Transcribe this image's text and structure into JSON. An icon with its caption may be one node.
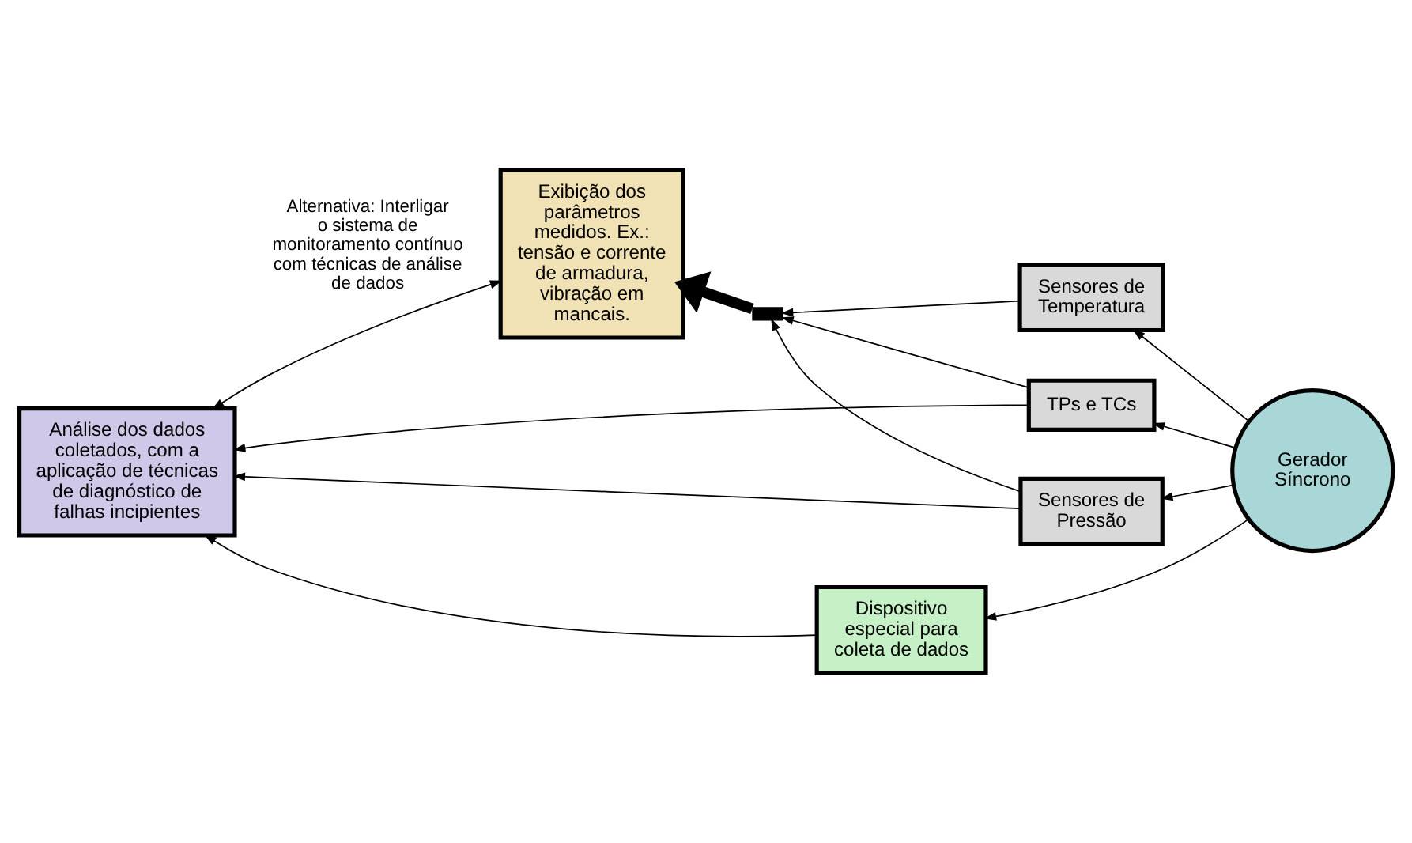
{
  "diagram": {
    "nodes": [
      {
        "text": [
          "Sensores de Temperatura"
        ]
      },
      {
        "text": [
          "Exibição dos parâmetros medidos. Ex.: tensão e corrente de armadura, vibração em mancais."
        ]
      },
      {
        "text": [],
        "shape": "bar"
      },
      {
        "text": [
          "TPs e TCs"
        ]
      },
      {
        "text": [
          "Gerador Síncrono"
        ]
      },
      {
        "text": [
          "Sensores de Pressão"
        ]
      },
      {
        "text": [
          "Análise dos dados coletados, com a aplicação de técnicas de diagnóstico de falhas incipientes"
        ]
      },
      {
        "text": [
          "Dispositivo especial para coleta de dados"
        ]
      }
    ],
    "edges": [
      {
        "from": 4,
        "to": 0,
        "arrow": "to"
      },
      {
        "from": 4,
        "to": 3,
        "arrow": "to"
      },
      {
        "from": 4,
        "to": 5,
        "arrow": "to"
      },
      {
        "from": 4,
        "to": 7,
        "arrow": "to"
      },
      {
        "from": 0,
        "to": 2,
        "arrow": "to"
      },
      {
        "from": 3,
        "to": 2,
        "arrow": "to"
      },
      {
        "from": 5,
        "to": 2,
        "arrow": "to"
      },
      {
        "from": 2,
        "to": 1,
        "arrow": "to",
        "style": "thick"
      },
      {
        "from": 3,
        "to": 6,
        "arrow": "to"
      },
      {
        "from": 5,
        "to": 6,
        "arrow": "to"
      },
      {
        "from": 7,
        "to": 6,
        "arrow": "to"
      },
      {
        "from": 1,
        "to": 6,
        "arrow": "both",
        "label": "Alternativa: Interligar o sistema de monitoramento contínuo com técnicas de análise de dados"
      }
    ]
  }
}
